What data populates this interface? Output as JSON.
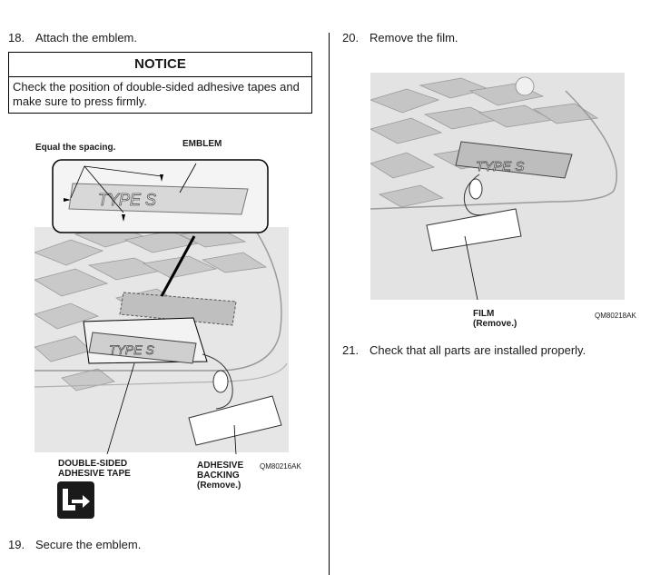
{
  "left": {
    "step18": {
      "num": "18.",
      "text": "Attach the emblem."
    },
    "notice": {
      "title": "NOTICE",
      "line1": "Check the position of double-sided adhesive tapes and",
      "line2": "make sure to press firmly."
    },
    "figure": {
      "label_equal_spacing": "Equal the spacing.",
      "label_emblem": "EMBLEM",
      "label_tape_1": "DOUBLE-SIDED",
      "label_tape_2": "ADHESIVE TAPE",
      "label_backing_1": "ADHESIVE",
      "label_backing_2": "BACKING",
      "label_backing_3": "(Remove.)",
      "code": "QM80216AK",
      "emblem_text": "TYPE S"
    },
    "step19": {
      "num": "19.",
      "text": "Secure the emblem."
    }
  },
  "right": {
    "step20": {
      "num": "20.",
      "text": "Remove the film."
    },
    "figure": {
      "label_film_1": "FILM",
      "label_film_2": "(Remove.)",
      "code": "QM80218AK",
      "emblem_text": "TYPE S"
    },
    "step21": {
      "num": "21.",
      "text": "Check that all parts are installed properly."
    }
  }
}
